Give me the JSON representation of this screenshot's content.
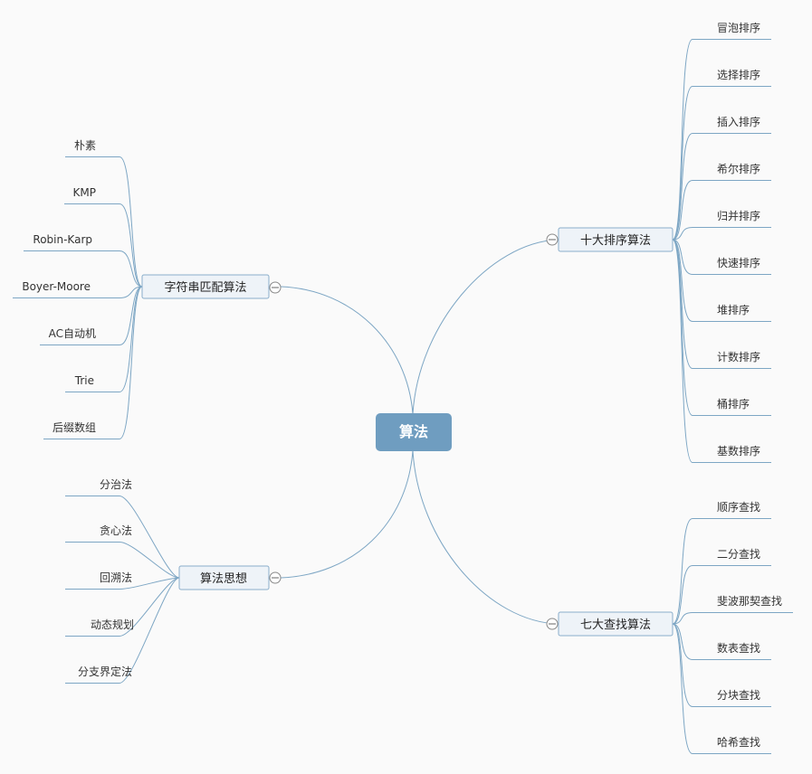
{
  "colors": {
    "background": "#fafafa",
    "line": "#7da6c4",
    "root_fill": "#6f9dc0",
    "branch_fill": "#eef3f8",
    "branch_stroke": "#8aaecb",
    "leaf_text": "#333333"
  },
  "root": {
    "label": "算法"
  },
  "branches": [
    {
      "id": "sort",
      "label": "十大排序算法",
      "side": "right",
      "collapse_icon": "minus-circle-icon",
      "leaves": [
        "冒泡排序",
        "选择排序",
        "插入排序",
        "希尔排序",
        "归并排序",
        "快速排序",
        "堆排序",
        "计数排序",
        "桶排序",
        "基数排序"
      ]
    },
    {
      "id": "search",
      "label": "七大查找算法",
      "side": "right",
      "collapse_icon": "minus-circle-icon",
      "leaves": [
        "顺序查找",
        "二分查找",
        "斐波那契查找",
        "数表查找",
        "分块查找",
        "哈希查找"
      ]
    },
    {
      "id": "string",
      "label": "字符串匹配算法",
      "side": "left",
      "collapse_icon": "minus-circle-icon",
      "leaves": [
        "朴素",
        "KMP",
        "Robin-Karp",
        "Boyer-Moore",
        "AC自动机",
        "Trie",
        "后缀数组"
      ]
    },
    {
      "id": "idea",
      "label": "算法思想",
      "side": "left",
      "collapse_icon": "minus-circle-icon",
      "leaves": [
        "分治法",
        "贪心法",
        "回溯法",
        "动态规划",
        "分支界定法"
      ]
    }
  ]
}
